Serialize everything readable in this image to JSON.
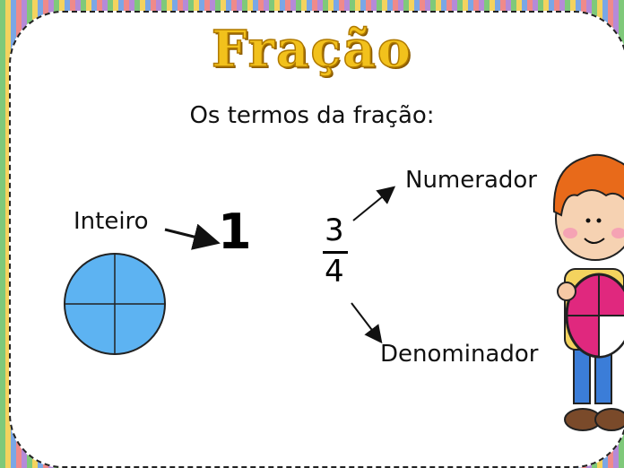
{
  "title": "Fração",
  "subtitle": "Os termos da fração:",
  "labels": {
    "inteiro": "Inteiro",
    "numerador": "Numerador",
    "denominador": "Denominador"
  },
  "whole_value": "1",
  "fraction": {
    "numerator": "3",
    "denominator": "4"
  },
  "colors": {
    "title": "#f2c11c",
    "circle": "#5db3f2",
    "shield_pink": "#e0287e"
  }
}
